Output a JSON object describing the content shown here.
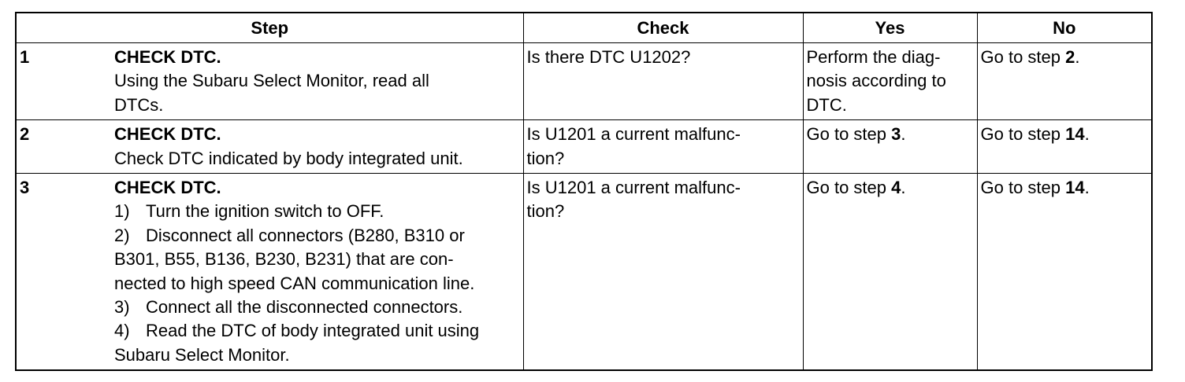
{
  "headers": {
    "step": "Step",
    "check": "Check",
    "yes": "Yes",
    "no": "No"
  },
  "rows": [
    {
      "num": "1",
      "title": "CHECK DTC.",
      "desc_lines": [
        "Using the Subaru Select Monitor, read all",
        "DTCs."
      ],
      "check_lines": [
        "Is there DTC U1202?"
      ],
      "yes_lines": [
        "Perform the diag-",
        "nosis according to",
        "DTC."
      ],
      "no_prefix": "Go to step ",
      "no_num": "2",
      "no_suffix": "."
    },
    {
      "num": "2",
      "title": "CHECK DTC.",
      "desc_lines": [
        "Check DTC indicated by body integrated unit."
      ],
      "check_lines": [
        "Is U1201 a current malfunc-",
        "tion?"
      ],
      "yes_prefix": "Go to step ",
      "yes_num": "3",
      "yes_suffix": ".",
      "no_prefix": "Go to step ",
      "no_num": "14",
      "no_suffix": "."
    },
    {
      "num": "3",
      "title": "CHECK DTC.",
      "sub_items": [
        {
          "n": "1)",
          "lines": [
            "Turn the ignition switch to OFF."
          ]
        },
        {
          "n": "2)",
          "lines": [
            "Disconnect all connectors (B280, B310 or"
          ]
        },
        {
          "n": "",
          "lines": [
            "B301, B55, B136, B230, B231) that are con-"
          ]
        },
        {
          "n": "",
          "lines": [
            "nected to high speed CAN communication line."
          ]
        },
        {
          "n": "3)",
          "lines": [
            "Connect all the disconnected connectors."
          ]
        },
        {
          "n": "4)",
          "lines": [
            "Read the DTC of body integrated unit using"
          ]
        },
        {
          "n": "",
          "lines": [
            "Subaru Select Monitor."
          ]
        }
      ],
      "check_lines": [
        "Is U1201 a current malfunc-",
        "tion?"
      ],
      "yes_prefix": "Go to step ",
      "yes_num": "4",
      "yes_suffix": ".",
      "no_prefix": "Go to step ",
      "no_num": "14",
      "no_suffix": "."
    }
  ]
}
